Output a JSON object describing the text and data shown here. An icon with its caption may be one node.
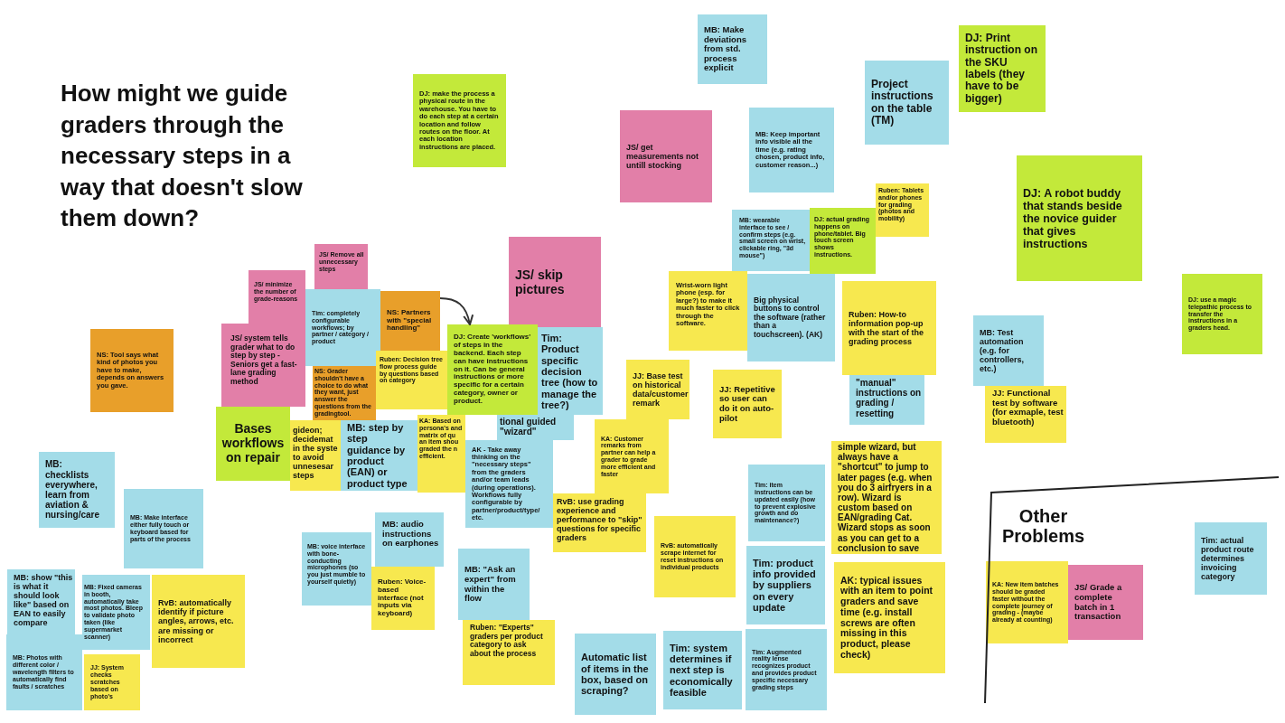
{
  "diagram": {
    "title": "How might we guide graders through the necessary steps in a way that doesn't slow them down?",
    "nodes": [
      {
        "text": [
          "MB: Make deviations from std. process explicit"
        ]
      },
      {
        "text": [
          "DJ: Print instruction on the SKU labels (they have to be bigger)"
        ]
      },
      {
        "text": [
          "DJ: make the process a physical route in the warehouse. You have to do each step at a certain location and follow routes on the floor. At each location instructions are placed."
        ]
      },
      {
        "text": [
          "Project instructions on the table (TM)"
        ]
      },
      {
        "text": [
          "JS/ get measurements not untill stocking"
        ]
      },
      {
        "text": [
          "MB: Keep important info visible all the time (e.g. rating chosen, product info, customer reason...)"
        ]
      },
      {
        "text": [
          "DJ: A robot buddy that stands beside the novice guider that gives instructions"
        ]
      },
      {
        "text": [
          "Ruben: Tablets and/or phones for grading (photos and mobility)"
        ]
      },
      {
        "text": [
          "MB: wearable interface to see / confirm steps (e.g. small screen on wrist, clickable ring, \"3d mouse\")"
        ]
      },
      {
        "text": [
          "DJ: actual grading happens on phone/tablet. Big touch screen shows instructions."
        ]
      },
      {
        "text": [
          "JS/ Remove all unnecessary steps"
        ]
      },
      {
        "text": [
          "JS/ skip pictures"
        ]
      },
      {
        "text": [
          "DJ: use a magic telepathic process to transfer the instructions in a graders head."
        ]
      },
      {
        "text": [
          "JS/ minimize the number of grade-reasons"
        ]
      },
      {
        "text": [
          "Tim: completely configurable workflows; by partner / category / product"
        ]
      },
      {
        "text": [
          "NS: Partners with \"special handling\""
        ]
      },
      {
        "text": [
          "Wrist-worn light phone (esp. for large?) to make it much faster to click through the software."
        ]
      },
      {
        "text": [
          "Big physical buttons to control the software (rather than a touchscreen). (AK)"
        ]
      },
      {
        "text": [
          "Ruben: How-to information pop-up with the start of the grading process"
        ]
      },
      {
        "text": [
          "MB: Test automation (e.g. for controllers, etc.)"
        ]
      },
      {
        "text": [
          "NS: Tool says what kind of photos you have to make, depends on answers you gave."
        ]
      },
      {
        "text": [
          "JS/ system tells grader what to do step by step - Seniors get a fast-lane grading method"
        ]
      },
      {
        "text": [
          "Ruben: Decision tree flow process guide by questions based on category"
        ]
      },
      {
        "text": [
          "NS: Grader shouldn't have a choice to do what they want, just answer the questions from the gradingtool."
        ]
      },
      {
        "text": [
          "DJ: Create 'workflows' of steps in the backend. Each step can have instructions on it. Can be general instructions or more specific for a certain category, owner or product."
        ]
      },
      {
        "text": [
          "Tim: Product specific decision tree (how to manage the tree?)"
        ]
      },
      {
        "text": [
          "JJ: Base test on historical data/customer remark"
        ]
      },
      {
        "text": [
          "JJ: Repetitive so user can do it on auto-pilot"
        ]
      },
      {
        "text": [
          "\"manual\" instructions on grading / resetting"
        ]
      },
      {
        "text": [
          "JJ: Functional test by software (for exmaple, test bluetooth)"
        ]
      },
      {
        "text": [
          "tional guided \"wizard\""
        ]
      },
      {
        "text": [
          "Bases workflows on repair"
        ]
      },
      {
        "text": [
          "gideon; decidemat in the syste to avoid unnesesar steps"
        ]
      },
      {
        "text": [
          "MB: step by step guidance by product (EAN) or product type"
        ]
      },
      {
        "text": [
          "KA: Based on persona's and matrix of qu an item shou graded the n efficient."
        ]
      },
      {
        "text": [
          "AK - Take away thinking on the \"necessary steps\" from the graders and/or team leads (during operations). Workflows fully configurable by partner/product/type/ etc."
        ]
      },
      {
        "text": [
          "KA: Customer remarks from partner can help a grader to grade more efficient and faster"
        ]
      },
      {
        "text": [
          "RvB: use grading experience and performance to \"skip\" questions for specific graders"
        ]
      },
      {
        "text": [
          "Tim: item instructions can be updated easily (how to prevent explosive growth and do maintenance?)"
        ]
      },
      {
        "text": [
          "simple wizard, but always have a \"shortcut\" to jump to later pages (e.g. when you do 3 airfryers in a row). Wizard is custom based on EAN/grading Cat. Wizard stops as soon as you can get to a conclusion to save"
        ]
      },
      {
        "text": [
          "MB: checklists everywhere, learn from aviation & nursing/care"
        ]
      },
      {
        "text": [
          "MB: Make interface either fully touch or keyboard based for parts of the process"
        ]
      },
      {
        "text": [
          "MB: voice interface with bone-conducting microphones (so you just mumble to yourself quietly)"
        ]
      },
      {
        "text": [
          "MB: audio instructions on earphones"
        ]
      },
      {
        "text": [
          "Ruben: Voice-based interface (not inputs via keyboard)"
        ]
      },
      {
        "text": [
          "RvB: automatically scrape internet for reset instructions on individual products"
        ]
      },
      {
        "text": [
          "Tim: product info provided by suppliers on every update"
        ]
      },
      {
        "text": [
          "MB: \"Ask an expert\" from within the flow"
        ]
      },
      {
        "text": [
          "Ruben: \"Experts\" graders per product category to ask about the process"
        ]
      },
      {
        "text": [
          "AK: typical issues with an item to point graders and save time (e.g. install screws are often missing in this product, please check)"
        ]
      },
      {
        "text": [
          "MB: show \"this is what it should look like\" based on EAN to easily compare"
        ]
      },
      {
        "text": [
          "MB: Fixed cameras in booth, automatically take most photos. Bleep to validate photo taken (like supermarket scanner)"
        ]
      },
      {
        "text": [
          "RvB: automatically identify if picture angles, arrows, etc. are missing or incorrect"
        ]
      },
      {
        "text": [
          "MB: Photos with different color / wavelength filters to automatically find faults / scratches"
        ]
      },
      {
        "text": [
          "JJ: System checks scratches based on photo's"
        ]
      },
      {
        "text": [
          "Automatic list of items in the box, based on scraping?"
        ]
      },
      {
        "text": [
          "Tim: system determines if next step is economically feasible"
        ]
      },
      {
        "text": [
          "Tim: Augmented reality lense recognizes product and provides product specific necessary grading steps"
        ]
      },
      {
        "text": [
          "KA: New item batches should be graded faster without the complete journey of grading - (maybe already at counting)"
        ]
      },
      {
        "text": [
          "JS/ Grade a complete batch in 1 transaction"
        ]
      },
      {
        "text": [
          "Tim: actual product route determines invoicing category"
        ]
      }
    ],
    "edges": [
      {
        "from": 15,
        "to": 24,
        "arrow": "to"
      }
    ],
    "labels": [
      "Other Problems"
    ]
  }
}
